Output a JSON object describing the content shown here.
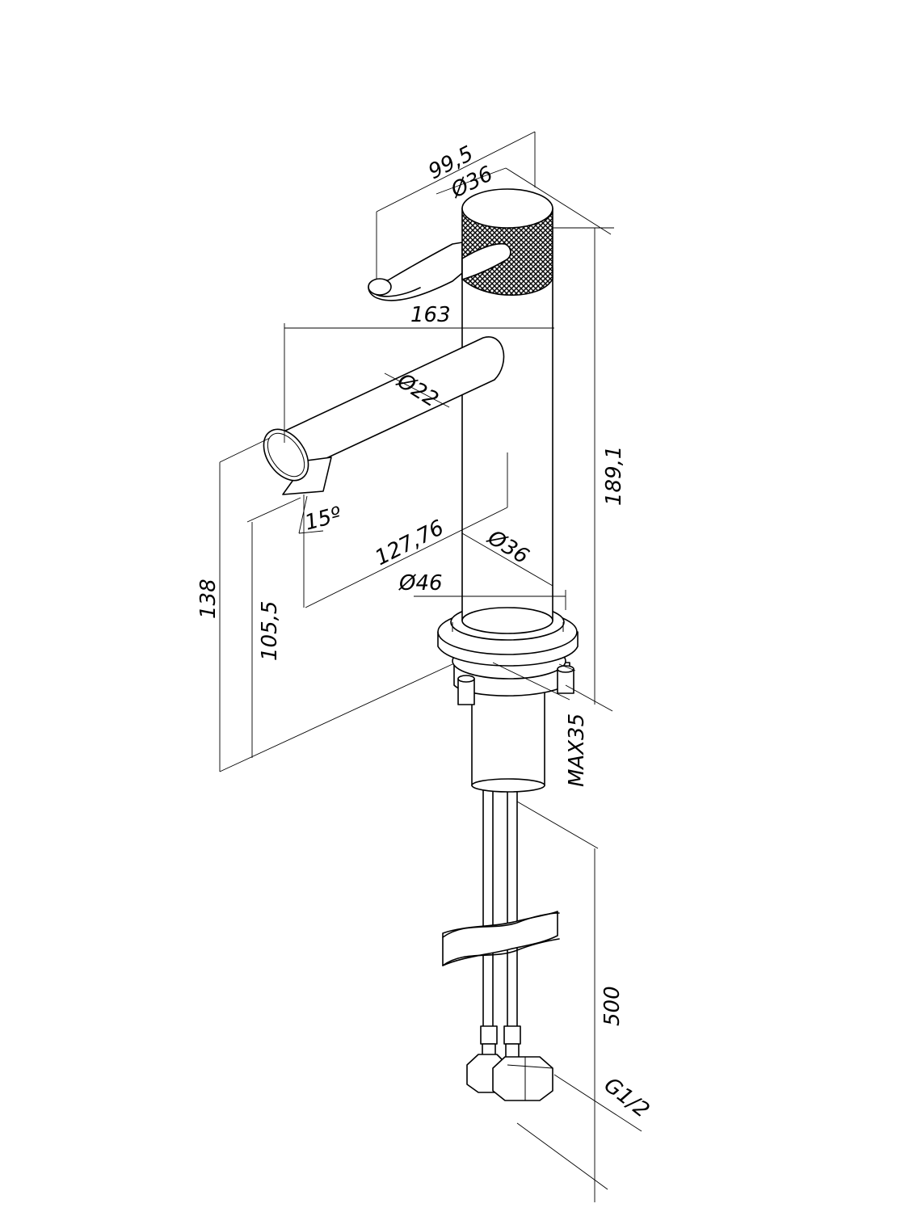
{
  "dimensions": {
    "handle_length": "99,5",
    "handle_diameter": "Ø36",
    "spout_length": "163",
    "spout_diameter": "Ø22",
    "spout_angle": "15º",
    "spout_reach": "127,76",
    "body_diameter": "Ø36",
    "base_diameter": "Ø46",
    "total_height": "189,1",
    "spout_height": "138",
    "outlet_height": "105,5",
    "max_deck": "MAX35",
    "hose_length": "500",
    "connection": "G1/2"
  },
  "colors": {
    "line": "#000000",
    "background": "#ffffff"
  }
}
